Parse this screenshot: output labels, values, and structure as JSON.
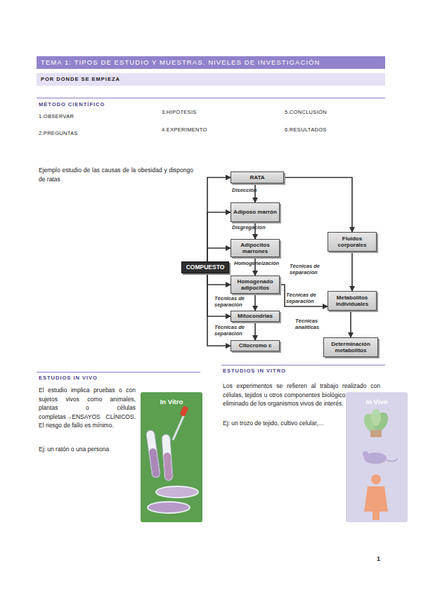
{
  "diagram": {
    "title": "TEMA 1: TIPOS DE ESTUDIO Y MUESTRAS. NIVELES DE INVESTIGACIÓN",
    "nodes": [
      {
        "text": [
          "POR DONDE SE EMPIEZA"
        ]
      },
      {
        "text": [
          "RATA"
        ]
      },
      {
        "text": [
          "Adiposo marrón"
        ]
      },
      {
        "text": [
          "Adipocitos marrones"
        ]
      },
      {
        "text": [
          "Homogenado adipocitos"
        ]
      },
      {
        "text": [
          "Mitocondrias"
        ]
      },
      {
        "text": [
          "Citocromo c"
        ]
      },
      {
        "text": [
          "COMPUESTO"
        ]
      },
      {
        "text": [
          "Fluidos corporales"
        ]
      },
      {
        "text": [
          "Metabolitos individuales"
        ]
      },
      {
        "text": [
          "Determinación metabolitos"
        ]
      },
      {
        "text": [
          "In Vitro"
        ]
      },
      {
        "text": [
          "In Vivo"
        ]
      }
    ],
    "edges": [
      {
        "from": 1,
        "to": 2,
        "label": "Disección",
        "arrow": "to"
      },
      {
        "from": 2,
        "to": 3,
        "label": "Disgregación",
        "arrow": "to"
      },
      {
        "from": 3,
        "to": 4,
        "label": "Homogeneización",
        "arrow": "to"
      },
      {
        "from": 4,
        "to": 5,
        "label": "Técnicas de separación",
        "arrow": "to"
      },
      {
        "from": 5,
        "to": 6,
        "label": "Técnicas de separación",
        "arrow": "to"
      },
      {
        "from": 1,
        "to": 8,
        "arrow": "to"
      },
      {
        "from": 8,
        "to": 9,
        "label": "Técnicas de separación",
        "arrow": "to"
      },
      {
        "from": 4,
        "to": 9,
        "label": "Técnicas de separación",
        "arrow": "to"
      },
      {
        "from": 9,
        "to": 10,
        "label": "Técnicas analíticas",
        "arrow": "to"
      },
      {
        "from": 7,
        "to": 1,
        "arrow": "to"
      },
      {
        "from": 7,
        "to": 2,
        "arrow": "to"
      },
      {
        "from": 7,
        "to": 3,
        "arrow": "to"
      },
      {
        "from": 7,
        "to": 4,
        "arrow": "to"
      },
      {
        "from": 7,
        "to": 5,
        "arrow": "to"
      },
      {
        "from": 7,
        "to": 6,
        "arrow": "to"
      }
    ],
    "labels": [
      "MÉTODO CIENTÍFICO",
      "1.OBSERVAR",
      "3.HIPÓTESIS",
      "5.CONCLUSIÓN",
      "2.PREGUNTAS",
      "4.EXPERIMENTO",
      "6.RESULTADOS",
      "Ejemplo estudio de las causas de la obesidad y dispongo de ratas",
      "ESTUDIOS IN VIVO",
      "El estudio implica pruebas o con sujetos vivos como animales, plantas o células completas→ENSAYOS CLÍNICOS. El riesgo de fallo es mínimo.",
      "Ej: un ratón o una persona",
      "ESTUDIOS IN VITRO",
      "Los experimentos se refieren al trabajo realizado con células, tejidos u otros componentes biológicos que se han eliminado de los organismos vivos de interés.",
      "Ej: un trozo de tejido, cultivo celular,…",
      "1"
    ]
  }
}
